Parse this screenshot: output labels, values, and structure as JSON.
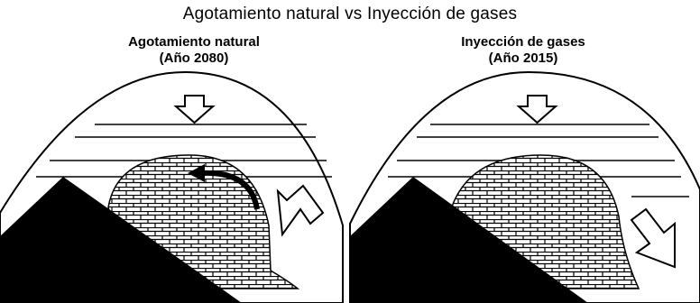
{
  "title": "Agotamiento natural vs Inyección de gases",
  "panels": [
    {
      "title": "Agotamiento natural",
      "subtitle": "(Año 2080)"
    },
    {
      "title": "Inyección de gases",
      "subtitle": "(Año 2015)"
    }
  ],
  "colors": {
    "ink": "#000000",
    "background": "#ffffff"
  },
  "icons": [
    "down-arrow-icon",
    "up-arrow-icon",
    "curved-arrow-icon"
  ]
}
